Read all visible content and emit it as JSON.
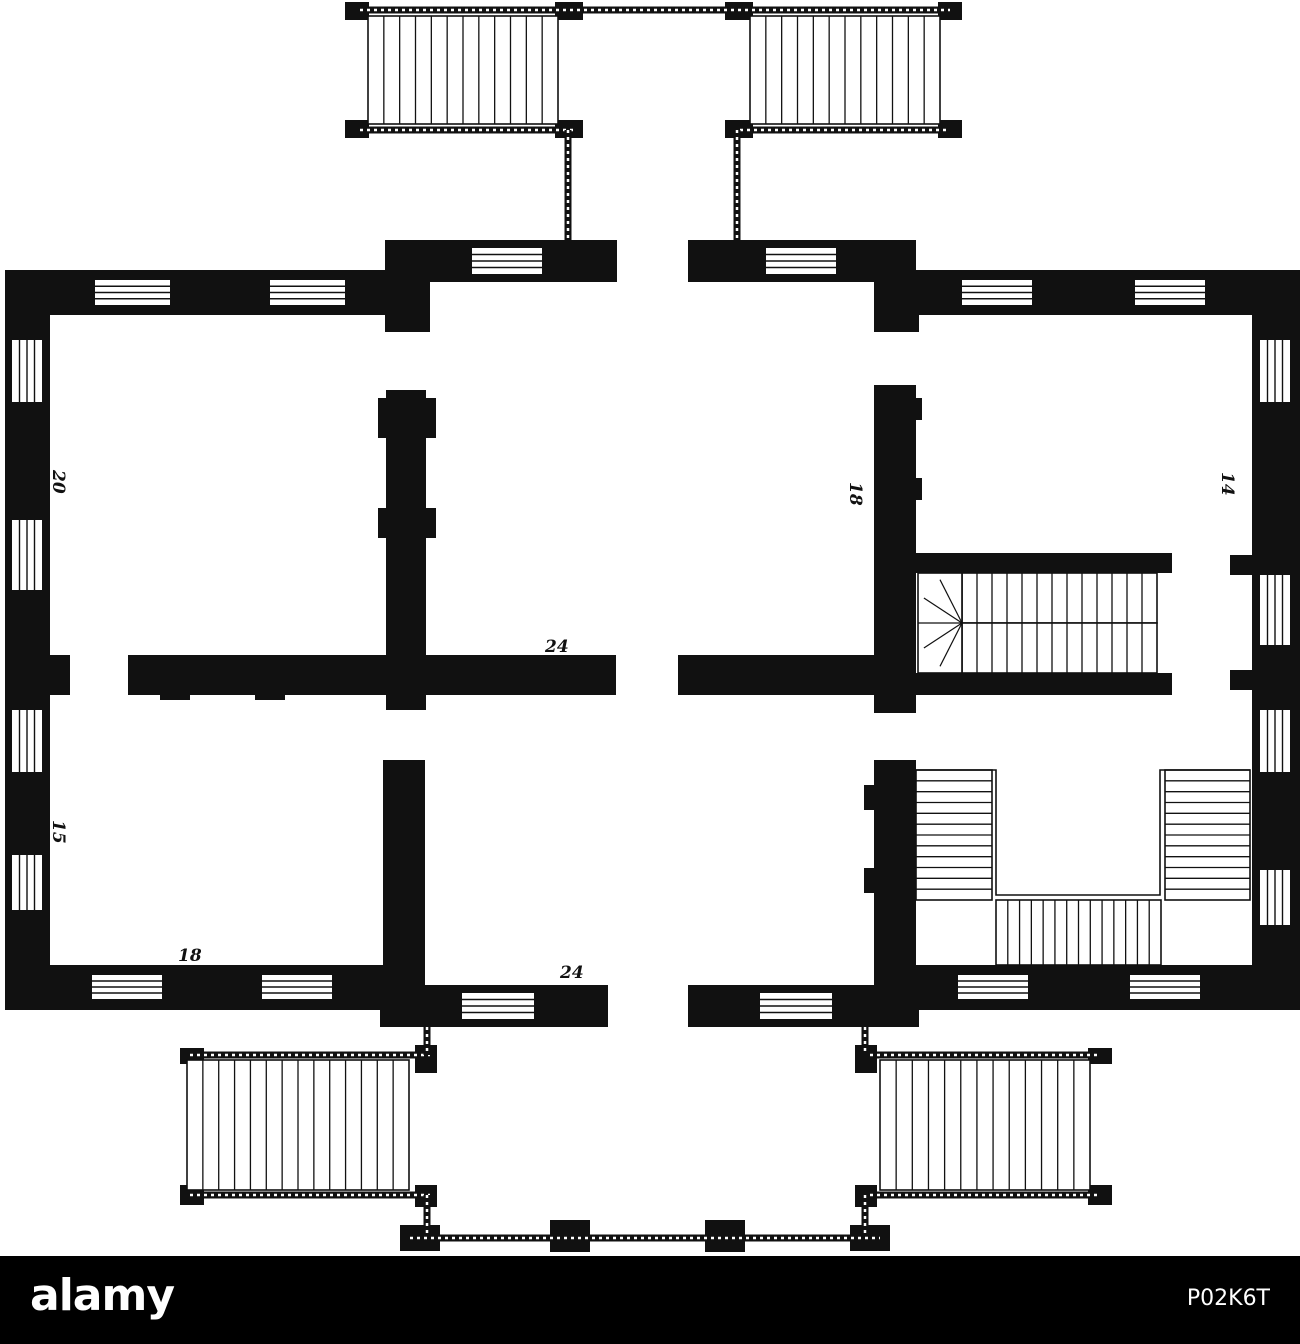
{
  "figure": {
    "dimension_labels": {
      "left_upper": "20",
      "left_lower": "15",
      "bottom_left": "18",
      "center_upper": "24",
      "center_lower": "24",
      "right_inner": "18",
      "right_outer": "14"
    }
  },
  "watermark": {
    "logo": "alamy",
    "image_id": "P02K6T"
  },
  "colors": {
    "ink": "#111111",
    "paper": "#ffffff",
    "bar": "#000000"
  }
}
